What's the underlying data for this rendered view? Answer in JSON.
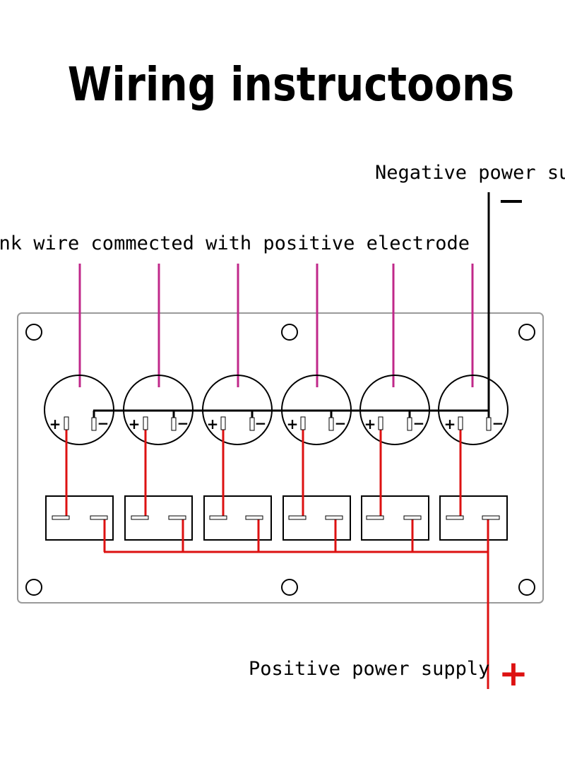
{
  "title": "Wiring instructoons",
  "labels": {
    "negative_supply": "Negative power supply",
    "pink_wire": "Pink wire commected with positive electrode",
    "positive_supply": "Positive power supply",
    "positive_symbol": "+",
    "negative_symbol": "−",
    "terminal_plus": "+",
    "terminal_minus": "−"
  },
  "switch_count": 6,
  "colors": {
    "pink_wire": "#c0288a",
    "red_wire": "#dd1111",
    "black_wire": "#000000",
    "outline": "#000000",
    "panel_border": "#9a9a9a"
  }
}
